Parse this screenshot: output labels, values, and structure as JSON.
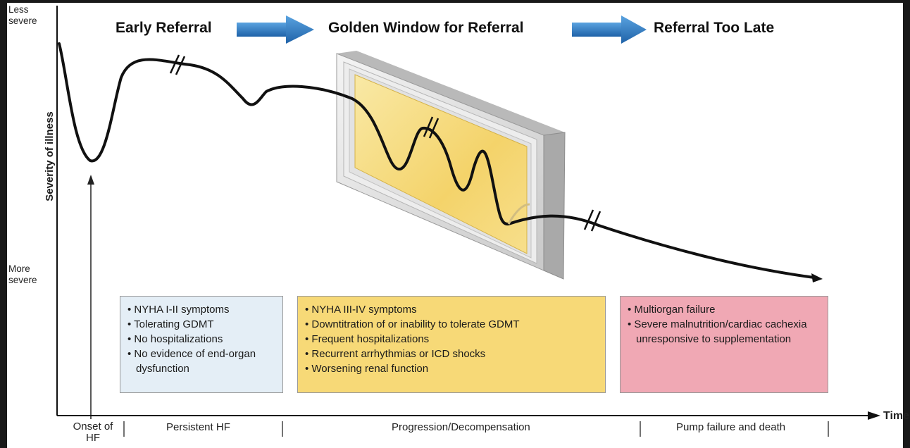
{
  "yaxis": {
    "title": "Severity of illness",
    "top_label": "Less severe",
    "bottom_label": "More severe"
  },
  "xaxis": {
    "title": "Time"
  },
  "phases": [
    {
      "label": "Early Referral"
    },
    {
      "label": "Golden Window for Referral"
    },
    {
      "label": "Referral Too Late"
    }
  ],
  "boxes": {
    "early": [
      "NYHA I-II symptoms",
      "Tolerating GDMT",
      "No hospitalizations",
      "No evidence of end-organ dysfunction"
    ],
    "golden": [
      "NYHA III-IV symptoms",
      "Downtitration of or inability to tolerate GDMT",
      "Frequent hospitalizations",
      "Recurrent arrhythmias or ICD shocks",
      "Worsening renal function"
    ],
    "late": [
      "Multiorgan failure",
      "Severe malnutrition/cardiac cachexia unresponsive to supplementation"
    ]
  },
  "stages": {
    "onset": "Onset of HF",
    "persistent": "Persistent HF",
    "progression": "Progression/Decompensation",
    "pump": "Pump failure and death"
  },
  "colors": {
    "arrow_blue": "#2f7fc9",
    "early_box": "#e4eef6",
    "golden_box": "#f7d977",
    "late_box": "#f0a8b4",
    "window_glass": "#f7dc78"
  }
}
